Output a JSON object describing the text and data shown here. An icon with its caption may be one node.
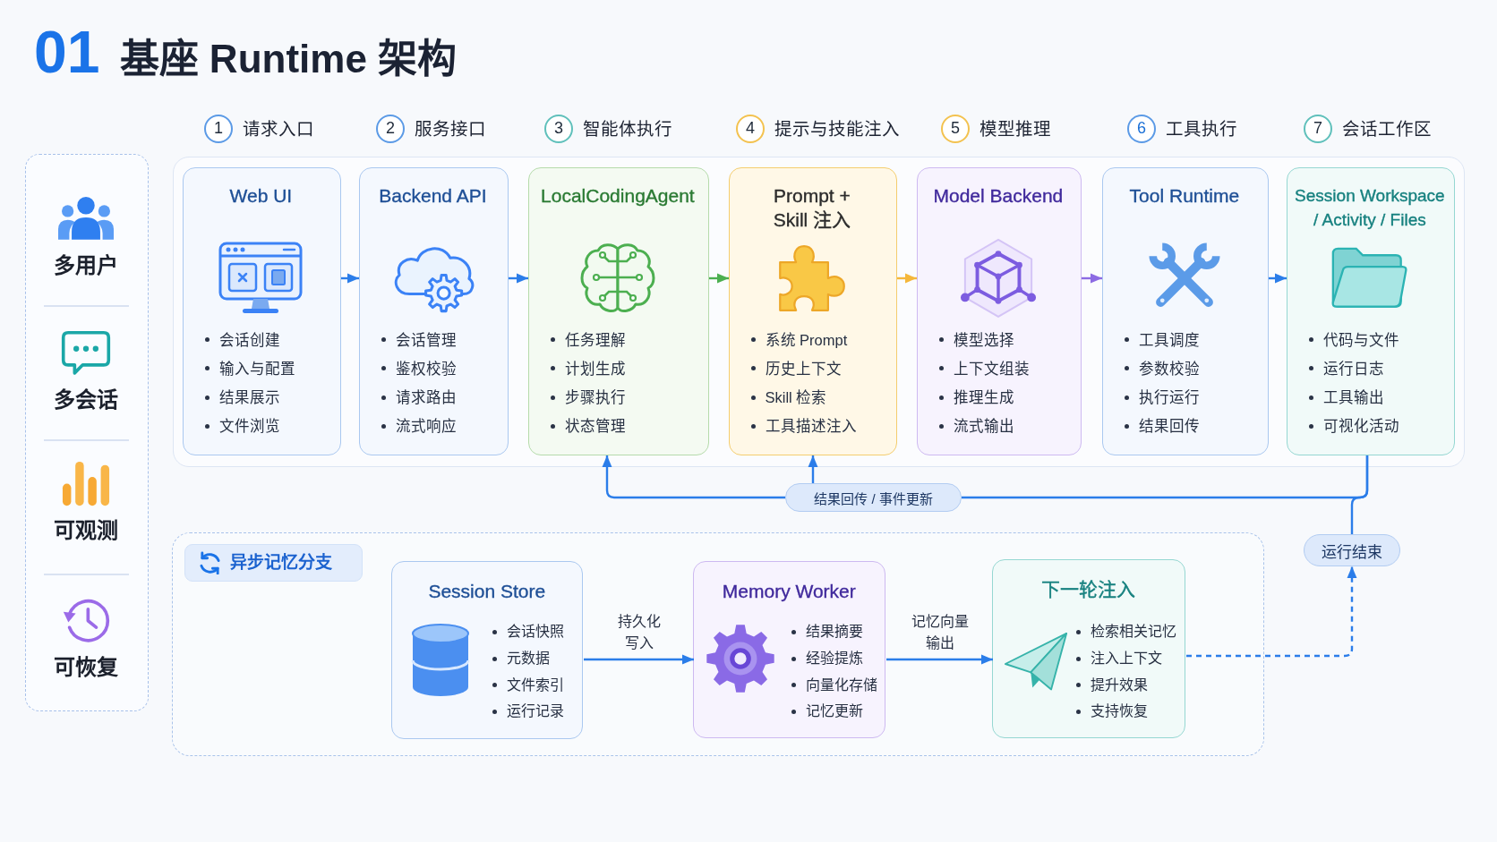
{
  "diagram": {
    "title": "01 基座 Runtime 架构",
    "nodes": [
      {
        "text": [
          "多用户",
          "多会话",
          "可观测",
          "可恢复"
        ]
      },
      {
        "text": [],
        "shape": "box"
      },
      {
        "text": [
          "Web UI",
          "会话创建",
          "输入与配置",
          "结果展示",
          "文件浏览"
        ],
        "in": 1,
        "beside": [
          "1",
          "请求入口"
        ]
      },
      {
        "text": [
          "Backend API",
          "会话管理",
          "鉴权校验",
          "请求路由",
          "流式响应"
        ],
        "in": 1,
        "beside": [
          "2",
          "服务接口"
        ]
      },
      {
        "text": [
          "LocalCodingAgent",
          "任务理解",
          "计划生成",
          "步骤执行",
          "状态管理"
        ],
        "in": 1,
        "beside": [
          "3",
          "智能体执行"
        ]
      },
      {
        "text": [
          "Prompt + Skill 注入",
          "系统 Prompt",
          "历史上下文",
          "Skill 检索",
          "工具描述注入"
        ],
        "in": 1,
        "beside": [
          "4",
          "提示与技能注入"
        ]
      },
      {
        "text": [
          "Model Backend",
          "模型选择",
          "上下文组装",
          "推理生成",
          "流式输出"
        ],
        "in": 1,
        "beside": [
          "5",
          "模型推理"
        ]
      },
      {
        "text": [
          "Tool Runtime",
          "工具调度",
          "参数校验",
          "执行运行",
          "结果回传"
        ],
        "in": 1,
        "beside": [
          "6",
          "工具执行"
        ]
      },
      {
        "text": [
          "Session Workspace / Activity / Files",
          "代码与文件",
          "运行日志",
          "工具输出",
          "可视化活动"
        ],
        "in": 1,
        "beside": [
          "7",
          "会话工作区"
        ]
      },
      {
        "text": [
          "结果回传 / 事件更新"
        ]
      },
      {
        "text": [
          "运行结束"
        ]
      },
      {
        "text": [
          "异步记忆分支"
        ]
      },
      {
        "text": [
          "Session Store",
          "会话快照",
          "元数据",
          "文件索引",
          "运行记录"
        ],
        "in": 11
      },
      {
        "text": [
          "Memory Worker",
          "结果摘要",
          "经验提炼",
          "向量化存储",
          "记忆更新"
        ],
        "in": 11
      },
      {
        "text": [
          "下一轮注入",
          "检索相关记忆",
          "注入上下文",
          "提升效果",
          "支持恢复"
        ],
        "in": 11
      }
    ],
    "edges": [
      {
        "from": 2,
        "to": 3,
        "arrow": "to"
      },
      {
        "from": 3,
        "to": 4,
        "arrow": "to"
      },
      {
        "from": 4,
        "to": 5,
        "arrow": "to",
        "color": "#4caf50"
      },
      {
        "from": 5,
        "to": 6,
        "arrow": "to",
        "color": "#f5b73b"
      },
      {
        "from": 6,
        "to": 7,
        "arrow": "to",
        "color": "#8c6be3"
      },
      {
        "from": 7,
        "to": 8,
        "arrow": "to"
      },
      {
        "from": 8,
        "to": 9,
        "arrow": "none"
      },
      {
        "from": 9,
        "to": 4,
        "arrow": "to"
      },
      {
        "from": 9,
        "to": 5,
        "arrow": "to"
      },
      {
        "from": 8,
        "to": 10,
        "arrow": "none"
      },
      {
        "from": 12,
        "to": 13,
        "arrow": "to",
        "label": "持久化写入"
      },
      {
        "from": 13,
        "to": 14,
        "arrow": "to",
        "label": "记忆向量输出"
      },
      {
        "from": 14,
        "to": 10,
        "arrow": "to",
        "style": "dashed"
      }
    ]
  }
}
